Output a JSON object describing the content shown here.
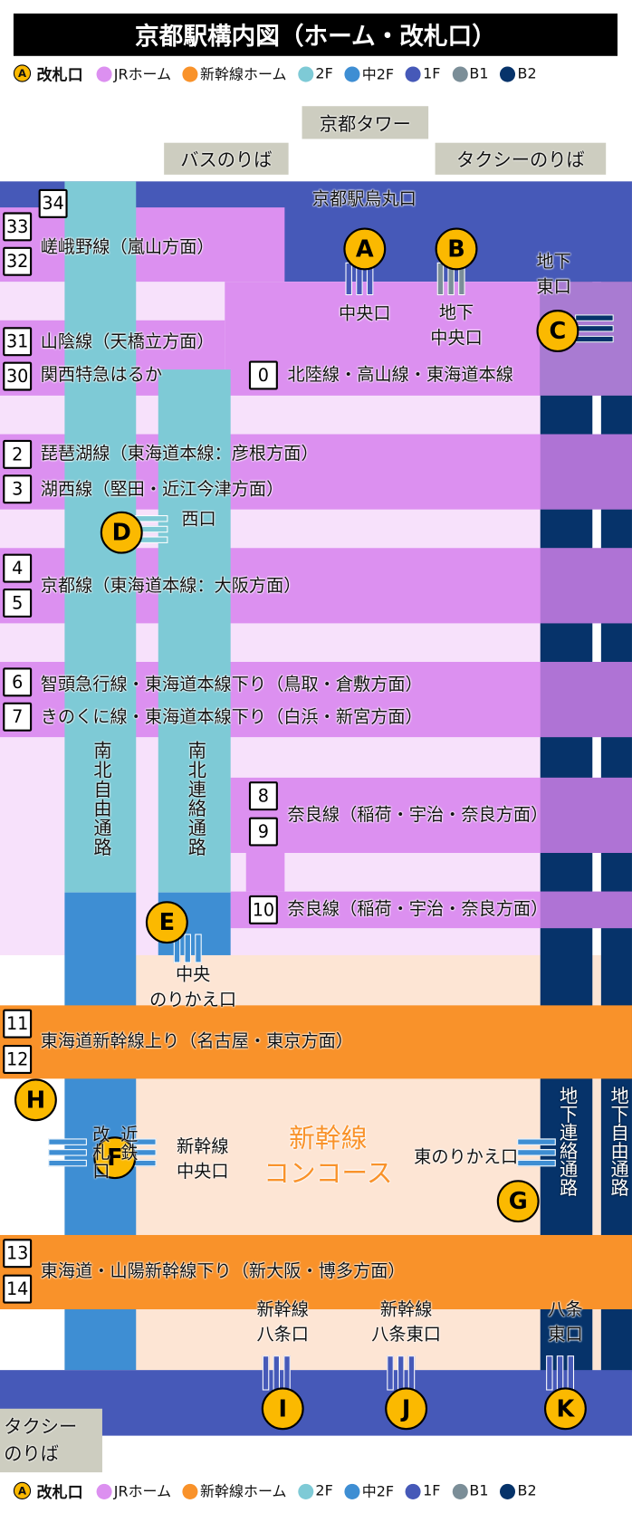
{
  "title": "京都駅構内図（ホーム・改札口）",
  "legend": {
    "gate_letter": "A",
    "gate_label": "改札口",
    "items": [
      {
        "label": "JRホーム",
        "color": "#dc90f0"
      },
      {
        "label": "新幹線ホーム",
        "color": "#f9922a"
      },
      {
        "label": "2F",
        "color": "#7ecad6"
      },
      {
        "label": "中2F",
        "color": "#3e8ed3"
      },
      {
        "label": "1F",
        "color": "#4659b8"
      },
      {
        "label": "B1",
        "color": "#7b8e98"
      },
      {
        "label": "B2",
        "color": "#06336a"
      }
    ]
  },
  "landmarks": {
    "tower": "京都タワー",
    "bus": "バスのりば",
    "taxi_north": "タクシーのりば",
    "taxi_south": "タクシーのりば",
    "karasuma": "京都駅烏丸口"
  },
  "platforms": {
    "p34": "34",
    "p33": "33",
    "p32": "32",
    "p31": "31",
    "p30": "30",
    "p0": "0",
    "p2": "2",
    "p3": "3",
    "p4": "4",
    "p5": "5",
    "p6": "6",
    "p7": "7",
    "p8": "8",
    "p9": "9",
    "p10": "10",
    "p11": "11",
    "p12": "12",
    "p13": "13",
    "p14": "14"
  },
  "lines": {
    "sagano": "嵯峨野線（嵐山方面）",
    "sanin": "山陰線（天橋立方面）",
    "haruka": "関西特急はるか",
    "hokuriku": "北陸線・高山線・東海道本線",
    "biwako": "琵琶湖線（東海道本線：彦根方面）",
    "kosei": "湖西線（堅田・近江今津方面）",
    "kyoto": "京都線（東海道本線：大阪方面）",
    "chizu": "智頭急行線・東海道本線下り（鳥取・倉敷方面）",
    "kinokuni": "きのくに線・東海道本線下り（白浜・新宮方面）",
    "nara1": "奈良線（稲荷・宇治・奈良方面）",
    "nara2": "奈良線（稲荷・宇治・奈良方面）",
    "shinkansen_up": "東海道新幹線上り（名古屋・東京方面）",
    "shinkansen_down": "東海道・山陽新幹線下り（新大阪・博多方面）"
  },
  "gates": {
    "A": {
      "letter": "A",
      "label": "中央口"
    },
    "B": {
      "letter": "B",
      "label1": "地下",
      "label2": "中央口"
    },
    "C": {
      "letter": "C",
      "label1": "地下",
      "label2": "東口"
    },
    "D": {
      "letter": "D",
      "label": "西口"
    },
    "E": {
      "letter": "E",
      "label1": "中央",
      "label2": "のりかえ口"
    },
    "F": {
      "letter": "F",
      "label1": "新幹線",
      "label2": "中央口"
    },
    "G": {
      "letter": "G",
      "label": "東のりかえ口"
    },
    "H": {
      "letter": "H",
      "label1": "近鉄",
      "label2": "改札口"
    },
    "I": {
      "letter": "I",
      "label1": "新幹線",
      "label2": "八条口"
    },
    "J": {
      "letter": "J",
      "label1": "新幹線",
      "label2": "八条東口"
    },
    "K": {
      "letter": "K",
      "label1": "八条",
      "label2": "東口"
    }
  },
  "passages": {
    "nanboku_jiyu": "南北自由通路",
    "nanboku_renraku": "南北連絡通路",
    "chika_renraku": "地下連絡通路",
    "chika_jiyu": "地下自由通路",
    "concourse1": "新幹線",
    "concourse2": "コンコース"
  }
}
